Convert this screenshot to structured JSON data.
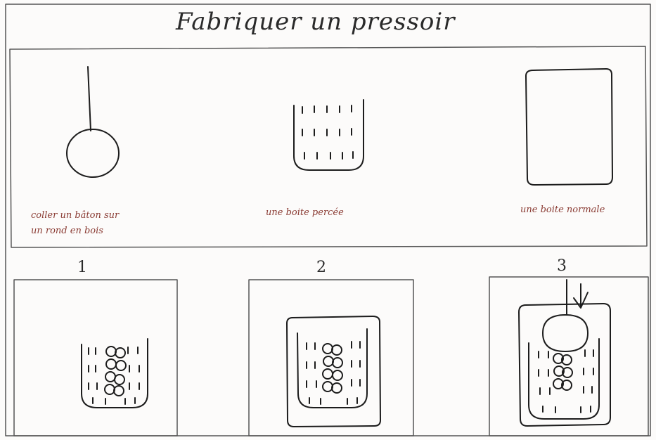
{
  "title": "Fabriquer un pressoir",
  "materials": [
    {
      "caption_lines": [
        "coller un bâton sur",
        "un rond en bois"
      ]
    },
    {
      "caption": "une boite percée"
    },
    {
      "caption": "une boite normale"
    }
  ],
  "steps": [
    {
      "number": "1"
    },
    {
      "number": "2"
    },
    {
      "number": "3"
    }
  ]
}
